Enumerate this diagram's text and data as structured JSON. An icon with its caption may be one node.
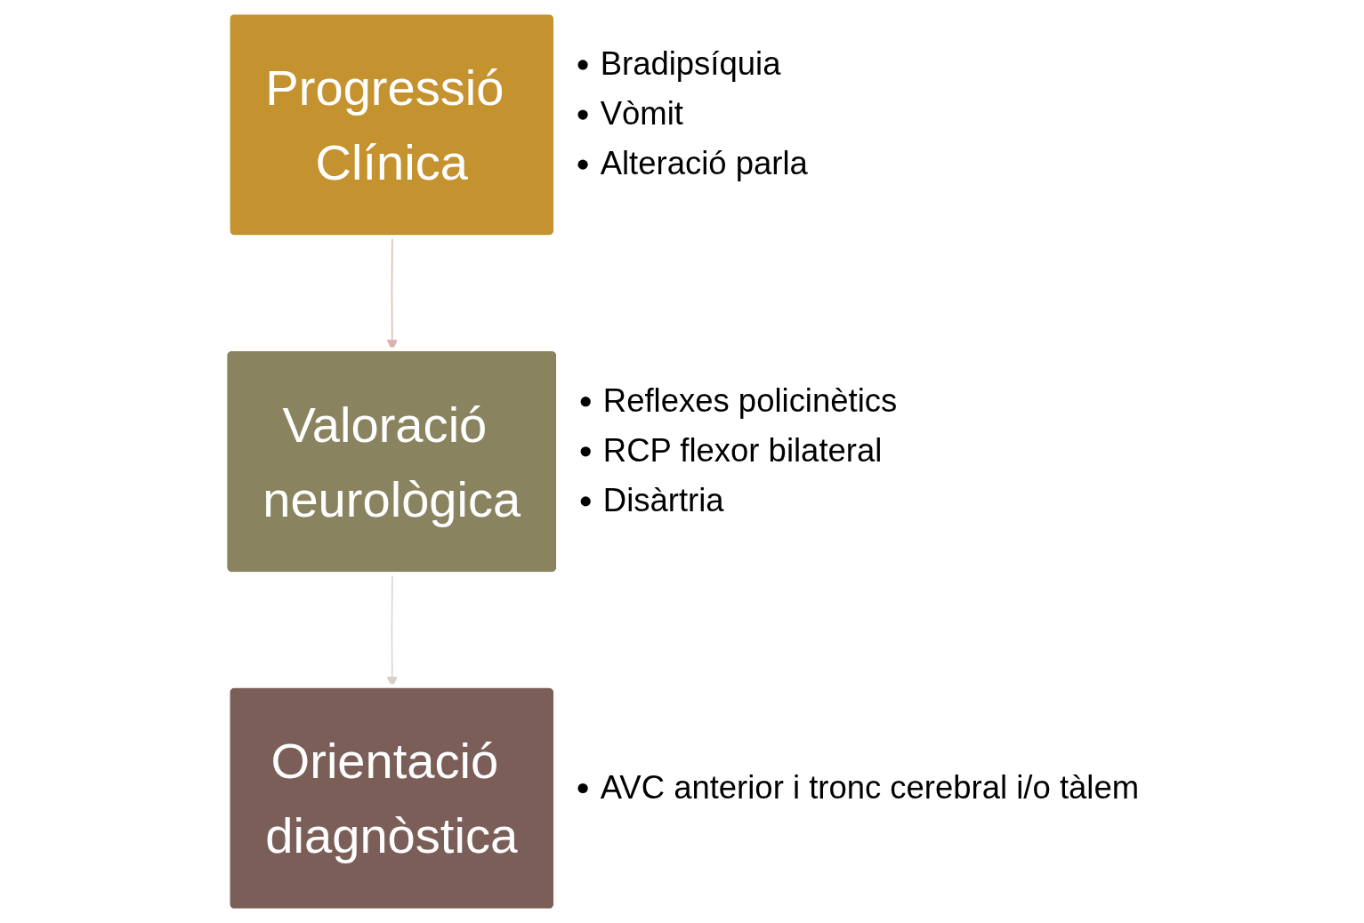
{
  "diagram": {
    "nodes": [
      {
        "text": [
          "Progressió Clínica"
        ],
        "beside": [
          "Bradipsíquia",
          "Vòmit",
          "Alteració parla"
        ]
      },
      {
        "text": [
          "Valoració neurològica"
        ],
        "beside": [
          "Reflexes policinètics",
          "RCP flexor bilateral",
          "Disàrtria"
        ]
      },
      {
        "text": [
          "Orientació diagnòstica"
        ],
        "beside": [
          "AVC anterior i tronc cerebral i/o tàlem"
        ]
      }
    ],
    "edges": [
      {
        "from": 0,
        "to": 1,
        "arrow": "to",
        "color": "#d9b3ae"
      },
      {
        "from": 1,
        "to": 2,
        "arrow": "to",
        "color": "#d8d0c8"
      }
    ]
  }
}
